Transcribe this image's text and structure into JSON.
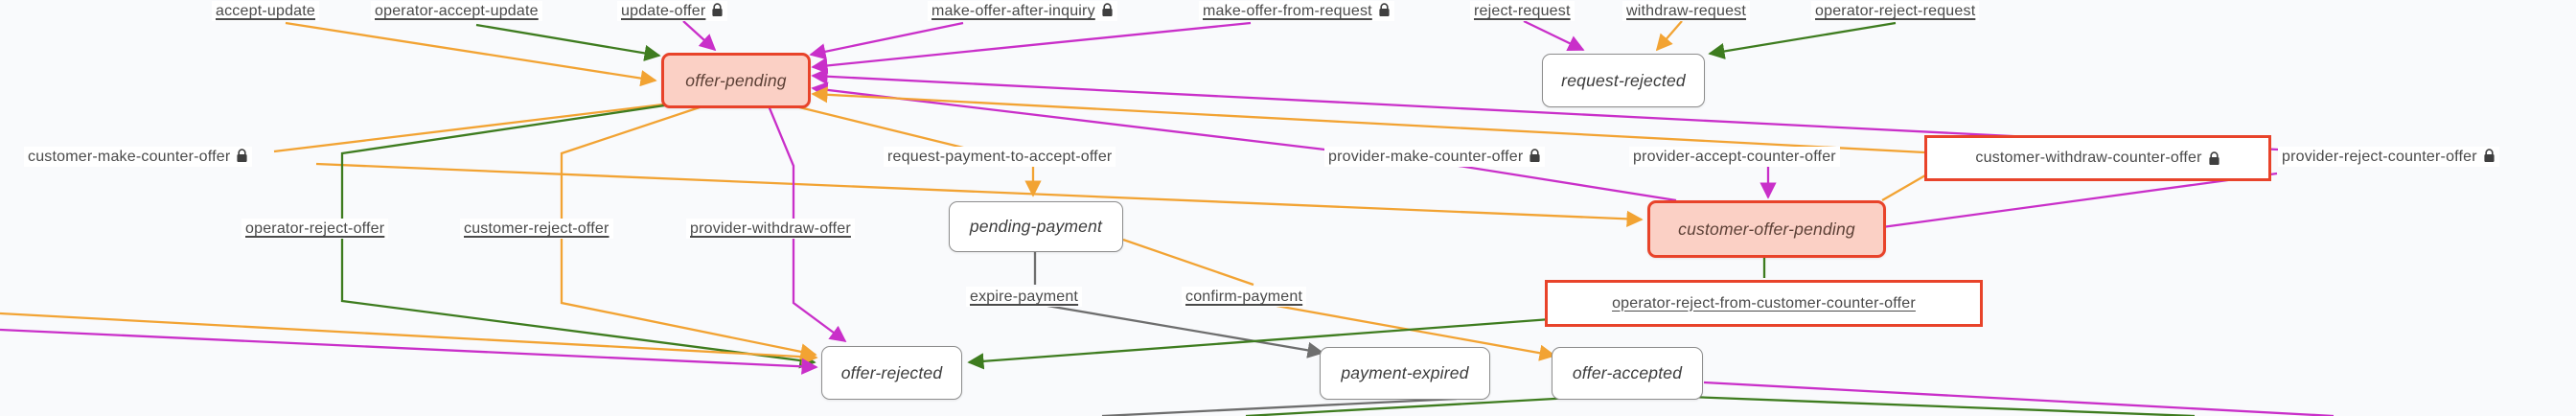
{
  "diagram": {
    "kind": "transaction-process-state-graph",
    "colors": {
      "background": "#f9fafc",
      "orange": "#f2a333",
      "green": "#3e7c1f",
      "magenta": "#c92fc9",
      "gray": "#6e6e6e",
      "state_border": "#8d8d8d",
      "state_text": "#3c3c3c",
      "highlight_border": "#e8432a",
      "highlight_fill": "#fbd0c5",
      "label_text": "#4a4a4a"
    }
  },
  "states": [
    {
      "name": "offer-pending",
      "highlighted": true
    },
    {
      "name": "request-rejected",
      "highlighted": false
    },
    {
      "name": "pending-payment",
      "highlighted": false
    },
    {
      "name": "customer-offer-pending",
      "highlighted": true
    },
    {
      "name": "offer-rejected",
      "highlighted": false
    },
    {
      "name": "payment-expired",
      "highlighted": false
    },
    {
      "name": "offer-accepted",
      "highlighted": false
    }
  ],
  "transitions": [
    {
      "label": "accept-update",
      "locked": false,
      "underlined": true,
      "highlighted": false,
      "color": "orange"
    },
    {
      "label": "operator-accept-update",
      "locked": false,
      "underlined": true,
      "highlighted": false,
      "color": "green"
    },
    {
      "label": "update-offer",
      "locked": true,
      "underlined": true,
      "highlighted": false,
      "color": "magenta"
    },
    {
      "label": "make-offer-after-inquiry",
      "locked": true,
      "underlined": true,
      "highlighted": false,
      "color": "magenta"
    },
    {
      "label": "make-offer-from-request",
      "locked": true,
      "underlined": true,
      "highlighted": false,
      "color": "magenta"
    },
    {
      "label": "reject-request",
      "locked": false,
      "underlined": true,
      "highlighted": false,
      "color": "magenta"
    },
    {
      "label": "withdraw-request",
      "locked": false,
      "underlined": true,
      "highlighted": false,
      "color": "orange"
    },
    {
      "label": "operator-reject-request",
      "locked": false,
      "underlined": true,
      "highlighted": false,
      "color": "green"
    },
    {
      "label": "customer-make-counter-offer",
      "locked": true,
      "underlined": false,
      "highlighted": false,
      "color": "orange"
    },
    {
      "label": "request-payment-to-accept-offer",
      "locked": false,
      "underlined": false,
      "highlighted": false,
      "color": "orange"
    },
    {
      "label": "provider-make-counter-offer",
      "locked": true,
      "underlined": false,
      "highlighted": false,
      "color": "magenta"
    },
    {
      "label": "provider-accept-counter-offer",
      "locked": false,
      "underlined": false,
      "highlighted": false,
      "color": "magenta"
    },
    {
      "label": "customer-withdraw-counter-offer",
      "locked": true,
      "underlined": false,
      "highlighted": true,
      "color": "orange"
    },
    {
      "label": "provider-reject-counter-offer",
      "locked": true,
      "underlined": false,
      "highlighted": false,
      "color": "magenta"
    },
    {
      "label": "operator-reject-offer",
      "locked": false,
      "underlined": true,
      "highlighted": false,
      "color": "green"
    },
    {
      "label": "customer-reject-offer",
      "locked": false,
      "underlined": true,
      "highlighted": false,
      "color": "orange"
    },
    {
      "label": "provider-withdraw-offer",
      "locked": false,
      "underlined": true,
      "highlighted": false,
      "color": "magenta"
    },
    {
      "label": "expire-payment",
      "locked": false,
      "underlined": true,
      "highlighted": false,
      "color": "gray"
    },
    {
      "label": "confirm-payment",
      "locked": false,
      "underlined": true,
      "highlighted": false,
      "color": "orange"
    },
    {
      "label": "operator-reject-from-customer-counter-offer",
      "locked": false,
      "underlined": true,
      "highlighted": true,
      "color": "green"
    }
  ],
  "edges": [
    {
      "transition": "accept-update",
      "to": "offer-pending",
      "color": "orange"
    },
    {
      "transition": "operator-accept-update",
      "to": "offer-pending",
      "color": "green"
    },
    {
      "transition": "update-offer",
      "to": "offer-pending",
      "color": "magenta"
    },
    {
      "transition": "make-offer-after-inquiry",
      "to": "offer-pending",
      "color": "magenta"
    },
    {
      "transition": "make-offer-from-request",
      "to": "offer-pending",
      "color": "magenta"
    },
    {
      "transition": "reject-request",
      "to": "request-rejected",
      "color": "magenta"
    },
    {
      "transition": "withdraw-request",
      "to": "request-rejected",
      "color": "orange"
    },
    {
      "transition": "operator-reject-request",
      "to": "request-rejected",
      "color": "green"
    },
    {
      "transition": "customer-make-counter-offer",
      "from": "offer-pending",
      "to": "customer-offer-pending",
      "color": "orange"
    },
    {
      "transition": "request-payment-to-accept-offer",
      "from": "offer-pending",
      "to": "pending-payment",
      "color": "orange"
    },
    {
      "transition": "operator-reject-offer",
      "from": "offer-pending",
      "to": "offer-rejected",
      "color": "green"
    },
    {
      "transition": "customer-reject-offer",
      "from": "offer-pending",
      "to": "offer-rejected",
      "color": "orange"
    },
    {
      "transition": "provider-withdraw-offer",
      "from": "offer-pending",
      "to": "offer-rejected",
      "color": "magenta"
    },
    {
      "transition": "provider-make-counter-offer",
      "from": "customer-offer-pending",
      "to": "offer-pending",
      "color": "magenta"
    },
    {
      "transition": "provider-accept-counter-offer",
      "from": "customer-offer-pending",
      "color": "magenta"
    },
    {
      "transition": "customer-withdraw-counter-offer",
      "from": "customer-offer-pending",
      "to": "offer-pending",
      "color": "orange"
    },
    {
      "transition": "provider-reject-counter-offer",
      "from": "customer-offer-pending",
      "to": "offer-pending",
      "color": "magenta"
    },
    {
      "transition": "expire-payment",
      "from": "pending-payment",
      "to": "payment-expired",
      "color": "gray"
    },
    {
      "transition": "confirm-payment",
      "from": "pending-payment",
      "to": "offer-accepted",
      "color": "orange"
    },
    {
      "transition": "operator-reject-from-customer-counter-offer",
      "from": "customer-offer-pending",
      "to": "offer-rejected",
      "color": "green"
    }
  ]
}
